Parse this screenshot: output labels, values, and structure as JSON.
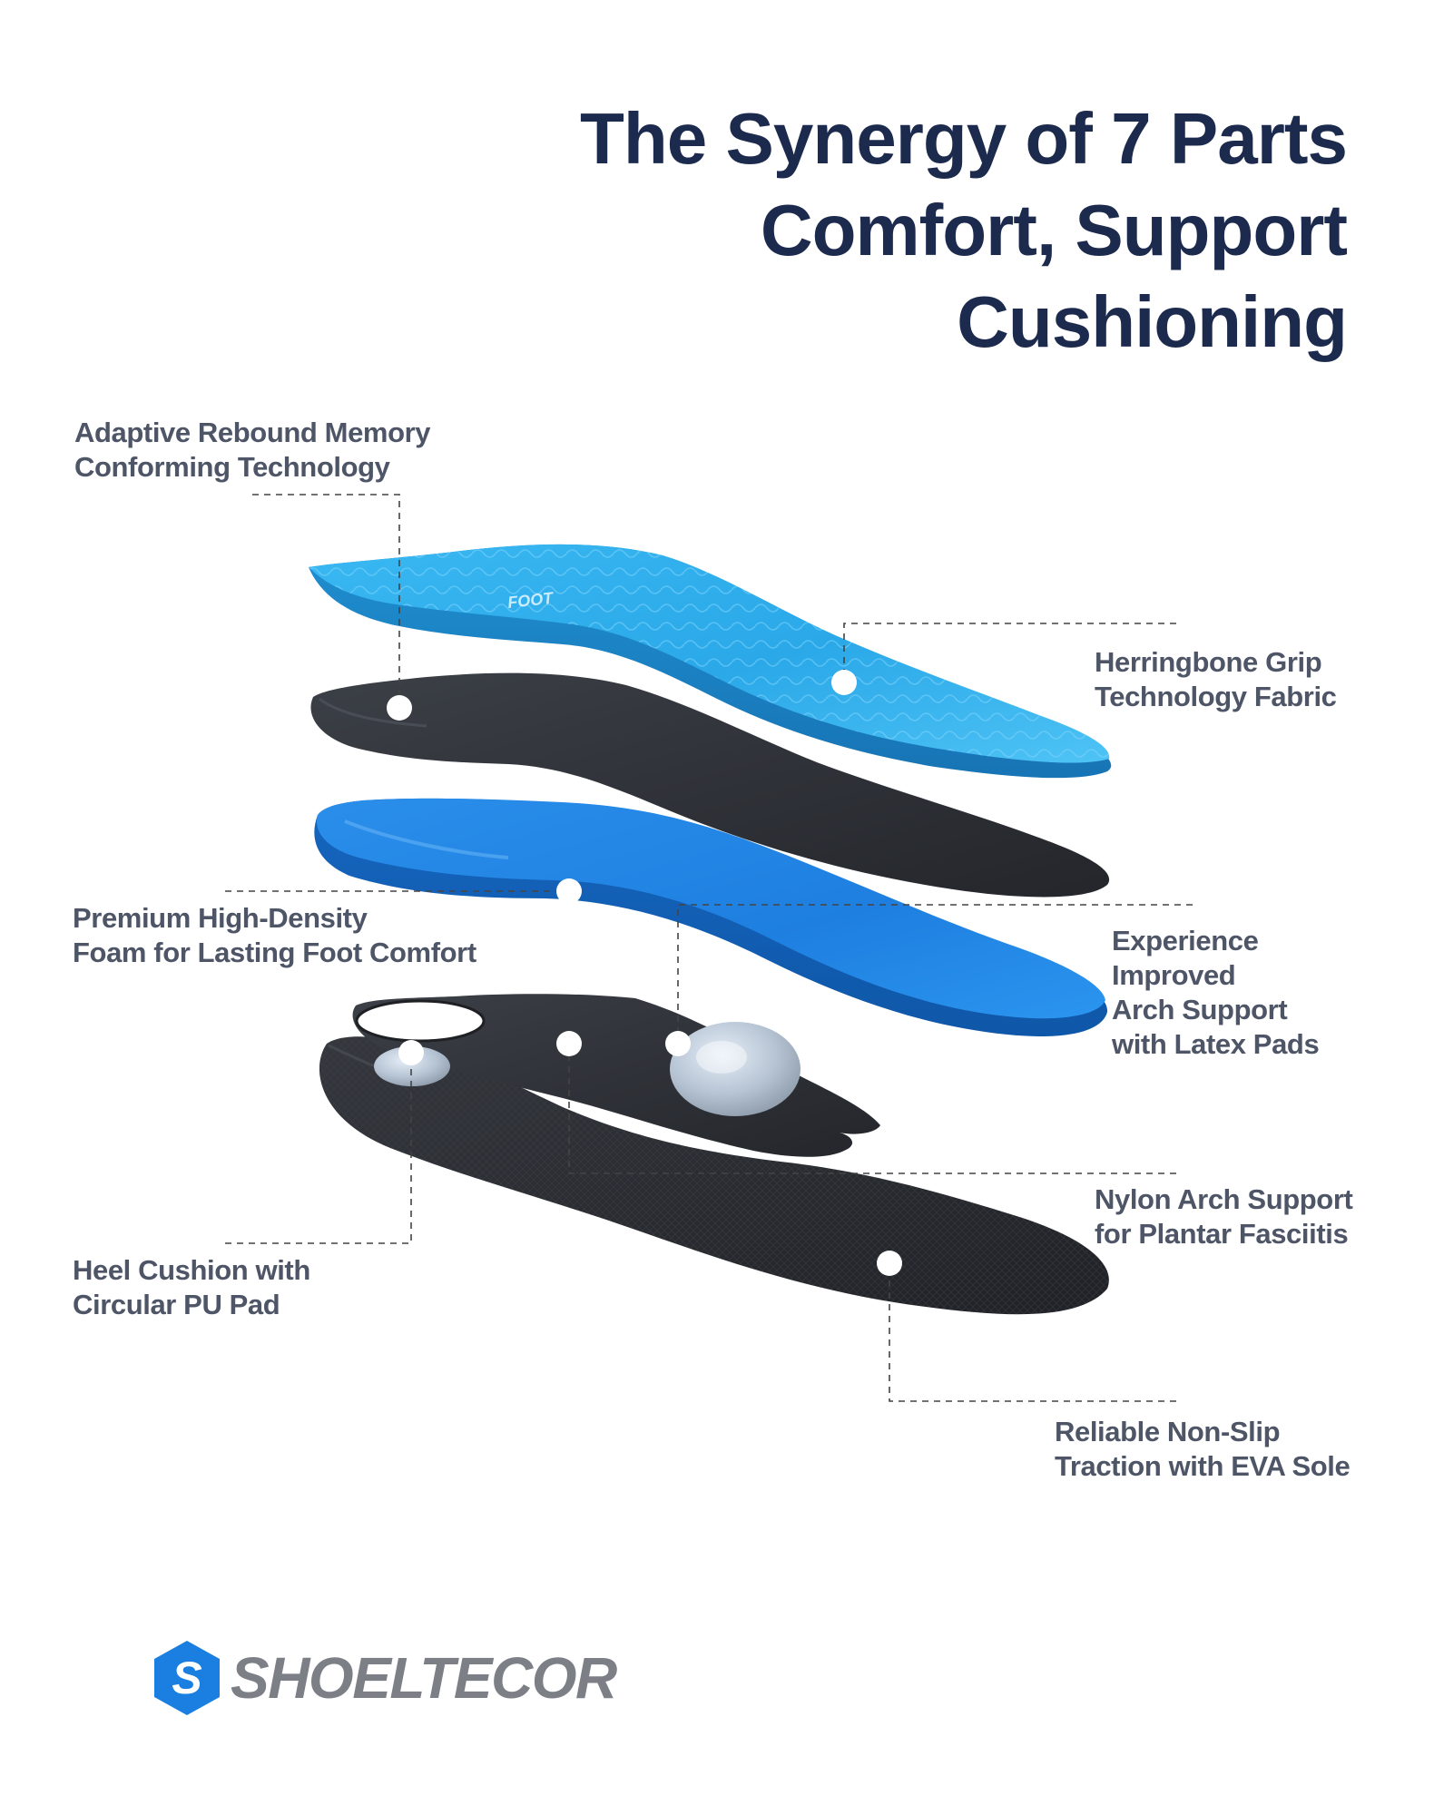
{
  "headline": {
    "lines": [
      "The Synergy of 7 Parts",
      "Comfort, Support",
      "Cushioning"
    ]
  },
  "callouts": {
    "adaptive_rebound": [
      "Adaptive Rebound Memory",
      "Conforming Technology"
    ],
    "herringbone": [
      "Herringbone Grip",
      "Technology Fabric"
    ],
    "premium_foam": [
      "Premium High-Density",
      "Foam for Lasting Foot Comfort"
    ],
    "arch_latex": [
      "Experience",
      "Improved",
      "Arch Support",
      "with Latex Pads"
    ],
    "nylon_arch": [
      "Nylon Arch Support",
      "for Plantar Fasciitis"
    ],
    "heel_cushion": [
      "Heel Cushion with",
      "Circular PU Pad"
    ],
    "non_slip": [
      "Reliable Non-Slip",
      "Traction with EVA Sole"
    ]
  },
  "insole_print": "FOOT",
  "brand": {
    "badge_letter": "S",
    "name": "SHOELTECOR"
  },
  "colors": {
    "headline": "#1b2a4d",
    "callout_text": "#4d5567",
    "leader_line": "#444444",
    "top_fabric": "#2aa8e8",
    "foam_layer": "#1e7fe0",
    "dark_layer": "#2f3238",
    "brand_blue": "#1a7fe0",
    "brand_gray": "#7c7f86"
  }
}
